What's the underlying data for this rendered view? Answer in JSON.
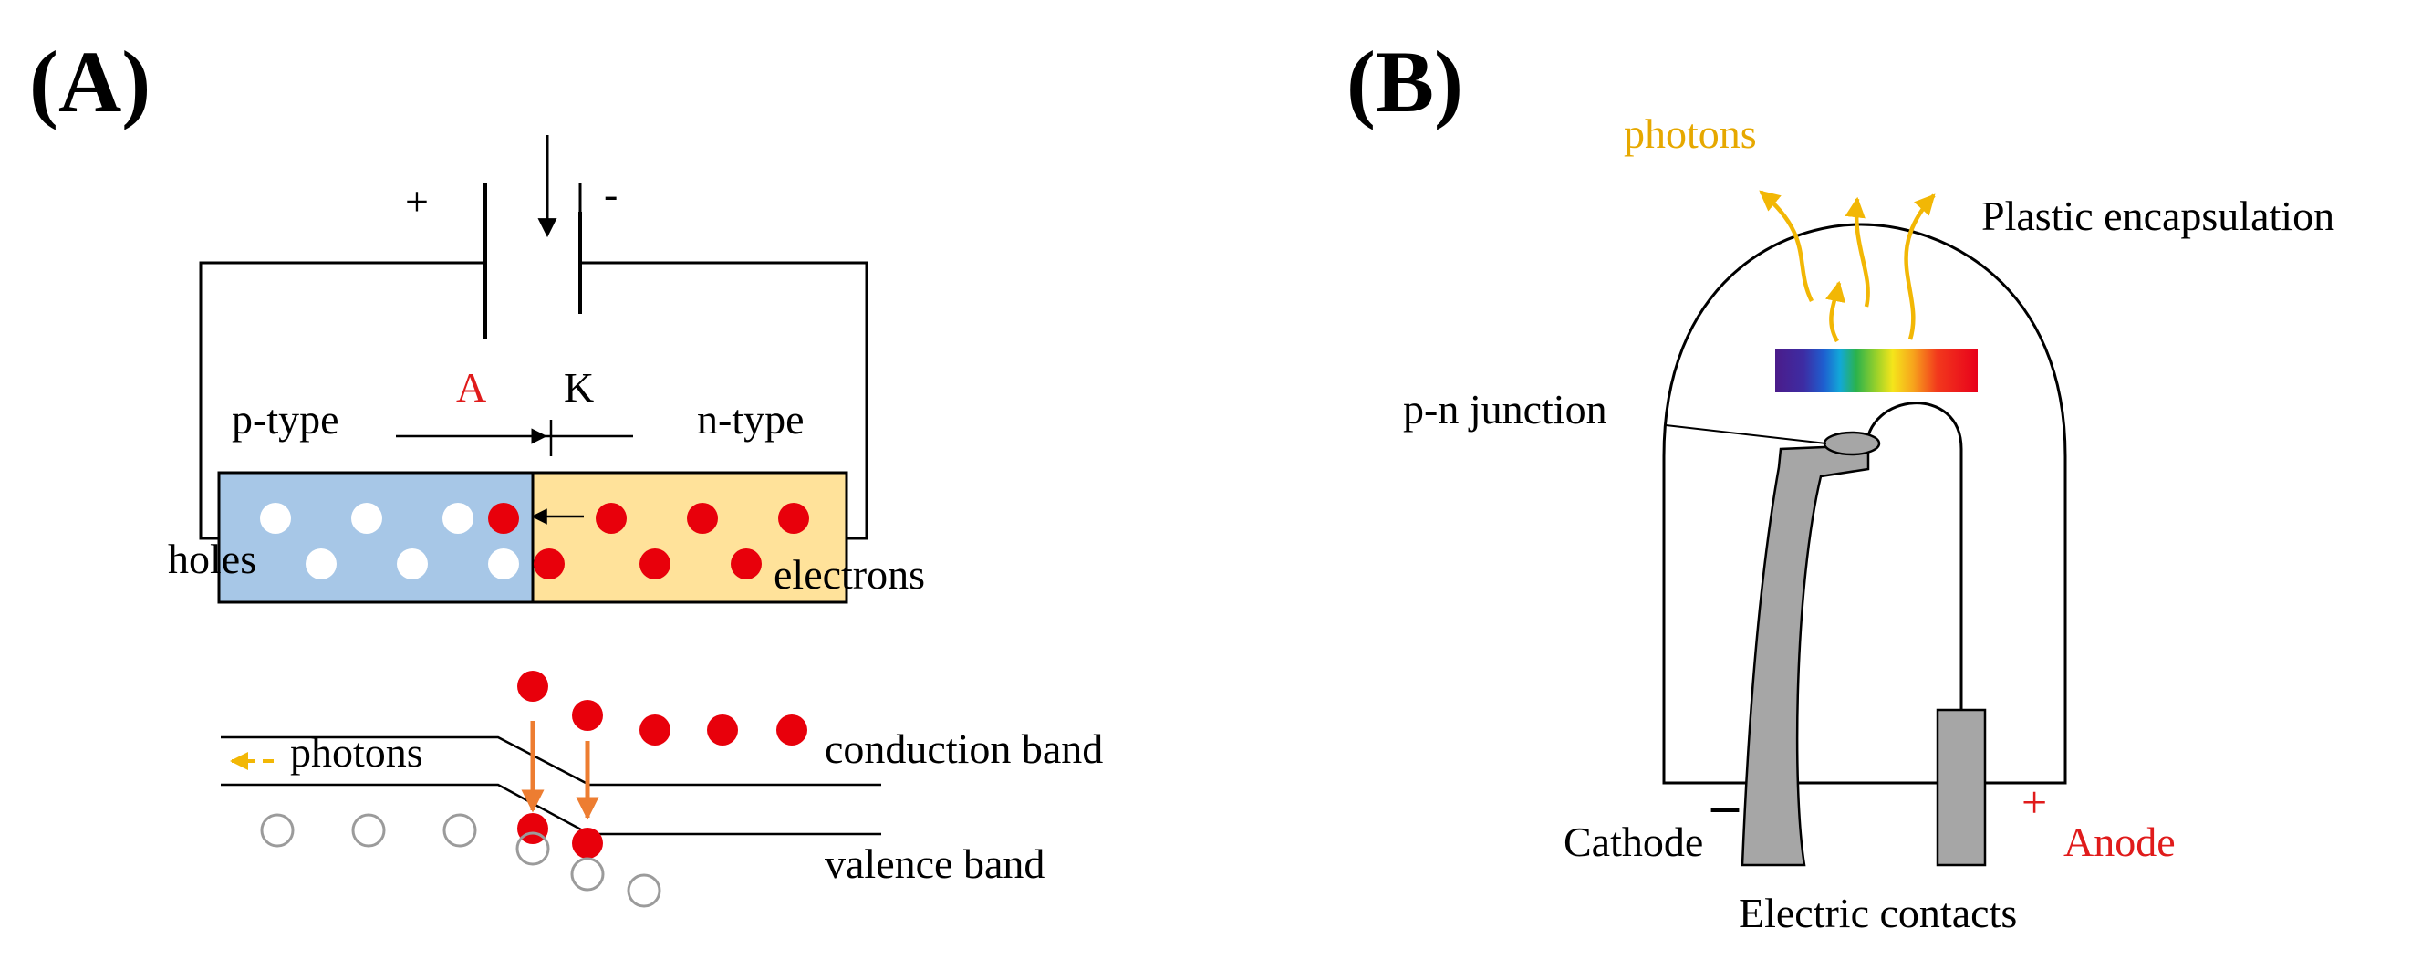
{
  "panel_a": {
    "label": "(A)",
    "battery": {
      "plus": "+",
      "minus": "-"
    },
    "anode_letter": "A",
    "cathode_letter": "K",
    "p_type": "p-type",
    "n_type": "n-type",
    "holes": "holes",
    "electrons": "electrons",
    "photons": "photons",
    "conduction_band": "conduction band",
    "valence_band": "valence band"
  },
  "panel_b": {
    "label": "(B)",
    "photons": "photons",
    "plastic_encapsulation": "Plastic encapsulation",
    "pn_junction": "p-n junction",
    "cathode": "Cathode",
    "cathode_sign": "–",
    "anode": "Anode",
    "anode_sign": "+",
    "electric_contacts": "Electric contacts"
  },
  "colors": {
    "p_region": "#a7c7e7",
    "n_region": "#ffe29a",
    "electron": "#e8000b",
    "transition_arrow": "#ed7d31",
    "photon": "#f2b705",
    "lead": "#a6a6a6",
    "label_red": "#e01b1b"
  }
}
